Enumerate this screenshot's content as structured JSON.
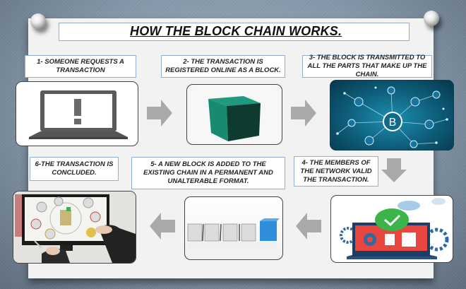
{
  "title": "HOW THE BLOCK CHAIN WORKS.",
  "colors": {
    "label_border": "#8fb0d4",
    "arrow": "#a9a9a9",
    "cube_face": "#178a72",
    "cube_dark": "#0d3b30",
    "network_bg": "#0d5c78",
    "check_green": "#3bb54a",
    "laptop_red": "#e8473f",
    "block_blue": "#2f8fdd"
  },
  "steps": [
    {
      "label": "1- SOMEONE REQUESTS A TRANSACTION",
      "image": "laptop-alert-icon"
    },
    {
      "label": "2- THE TRANSACTION IS REGISTERED ONLINE AS A BLOCK.",
      "image": "green-cube"
    },
    {
      "label": "3- THE BLOCK IS TRANSMITTED TO ALL THE PARTS THAT MAKE UP THE CHAIN.",
      "image": "bitcoin-network"
    },
    {
      "label": "4- THE MEMBERS OF THE NETWORK VALID THE TRANSACTION.",
      "image": "laptop-check-validation"
    },
    {
      "label": "5- A NEW BLOCK IS ADDED TO THE EXISTING CHAIN IN A PERMANENT AND UNALTERABLE FORMAT.",
      "image": "block-chain-row"
    },
    {
      "label": "6-THE TRANSACTION IS CONCLUDED.",
      "image": "person-at-monitor"
    }
  ],
  "network": {
    "center_symbol": "B"
  }
}
